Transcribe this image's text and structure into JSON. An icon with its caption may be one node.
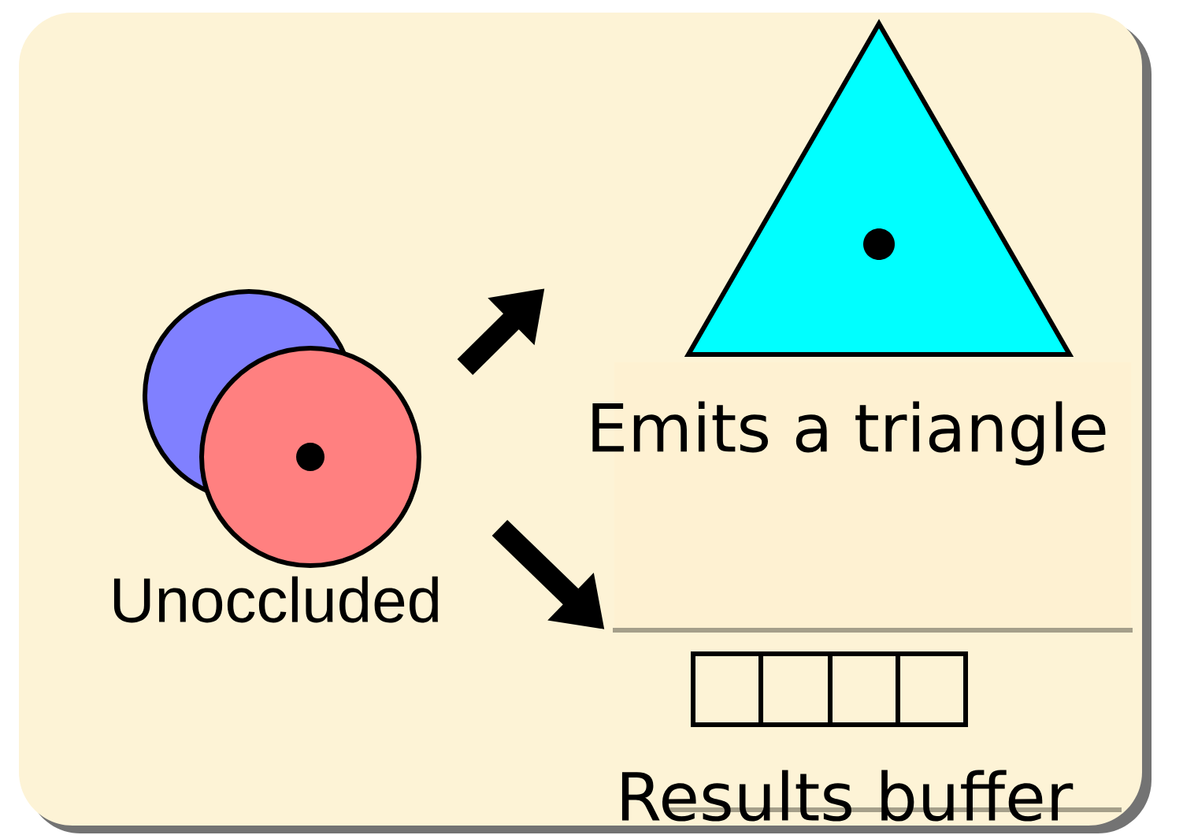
{
  "diagram": {
    "nodes": [
      {
        "text": [
          "Unoccluded"
        ]
      },
      {
        "text": [
          "Emits a triangle"
        ]
      },
      {
        "text": [
          "Results buffer"
        ]
      }
    ],
    "edges": [
      {
        "from": 0,
        "to": 1,
        "arrow": "to"
      },
      {
        "from": 0,
        "to": 2,
        "arrow": "to"
      }
    ]
  }
}
